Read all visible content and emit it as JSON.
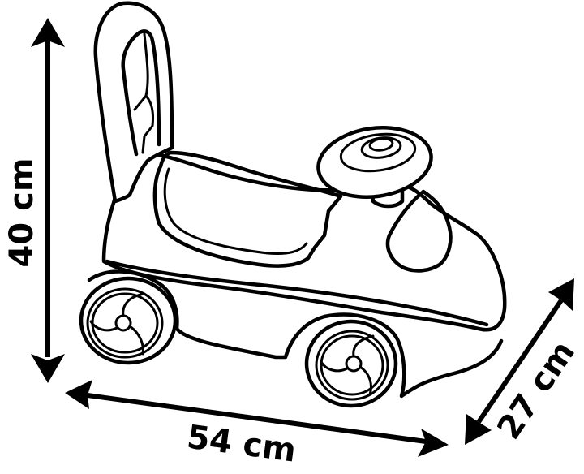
{
  "figure": {
    "subject": "ride-on-car-toy",
    "line_color": "#000000",
    "background_color": "#ffffff"
  },
  "dimensions": {
    "height": {
      "label": "40 cm",
      "value": 40,
      "unit": "cm"
    },
    "length": {
      "label": "54 cm",
      "value": 54,
      "unit": "cm"
    },
    "width": {
      "label": "27 cm",
      "value": 27,
      "unit": "cm"
    }
  }
}
